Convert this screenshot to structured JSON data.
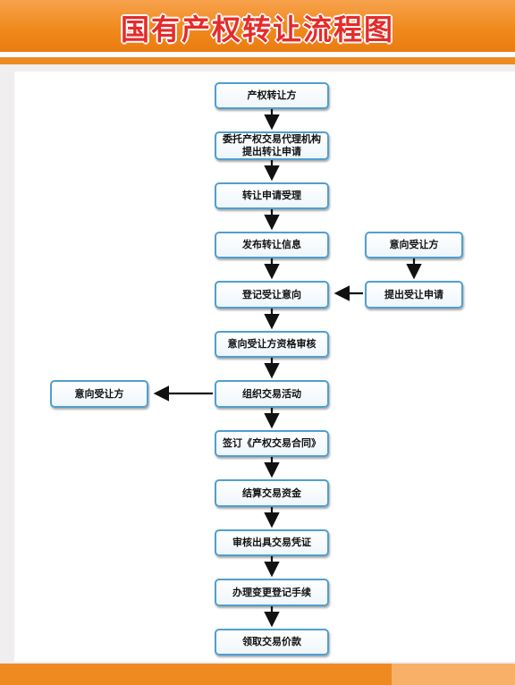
{
  "title": "国有产权转让流程图",
  "steps": [
    "产权转让方",
    "委托产权交易代理机构提出转让申请",
    "转让申请受理",
    "发布转让信息",
    "登记受让意向",
    "意向受让方资格审核",
    "组织交易活动",
    "签订《产权交易合同》",
    "结算交易资金",
    "审核出具交易凭证",
    "办理变更登记手续",
    "领取交易价款"
  ],
  "step2_lines": [
    "委托产权交易代理机构",
    "提出转让申请"
  ],
  "side_right": [
    "意向受让方",
    "提出受让申请"
  ],
  "side_left": [
    "意向受让方"
  ],
  "colors": {
    "header_orange": "#f08a1d",
    "title_red": "#e52b2b",
    "box_border": "#4f9fd0"
  }
}
